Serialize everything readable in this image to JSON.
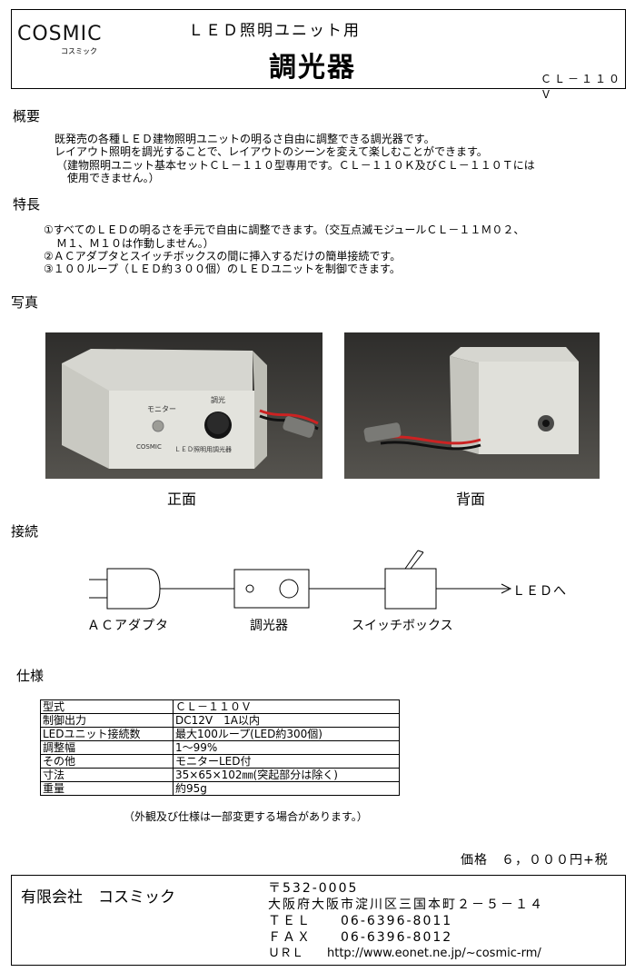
{
  "header": {
    "logo_text": "COSMIC",
    "logo_sub": "コスミック",
    "subtitle": "ＬＥＤ照明ユニット用",
    "title": "調光器",
    "model": "ＣＬ－１１０Ｖ"
  },
  "overview": {
    "heading": "概要",
    "lines": [
      "既発売の各種ＬＥＤ建物照明ユニットの明るさ自由に調整できる調光器です。",
      "レイアウト照明を調光することで、レイアウトのシーンを変えて楽しむことができます。",
      "（建物照明ユニット基本セットＣＬ－１１０型専用です。ＣＬ－１１０Ｋ及びＣＬ－１１０Ｔには",
      "使用できません。）"
    ]
  },
  "features": {
    "heading": "特長",
    "lines": [
      "①すべてのＬＥＤの明るさを手元で自由に調整できます。（交互点滅モジュールＣＬ－１１Ｍ０２、",
      "Ｍ１、Ｍ１０は作動しません。）",
      "②ＡＣアダプタとスイッチボックスの間に挿入するだけの簡単接続です。",
      "③１００ループ（ＬＥＤ約３００個）のＬＥＤユニットを制御できます。"
    ]
  },
  "photos": {
    "heading": "写真",
    "front_caption": "正面",
    "back_caption": "背面",
    "front_labels": {
      "monitor": "モニター",
      "dimmer": "調光",
      "logo": "COSMIC",
      "product": "ＬＥＤ照明用調光器"
    }
  },
  "connection": {
    "heading": "接続",
    "ac_adapter": "ＡＣアダプタ",
    "dimmer": "調光器",
    "switch_box": "スイッチボックス",
    "led": "ＬＥＤへ"
  },
  "spec": {
    "heading": "仕様",
    "rows": [
      [
        "型式",
        "ＣＬ－１１０Ｖ"
      ],
      [
        "制御出力",
        "DC12V　1A以内"
      ],
      [
        "LEDユニット接続数",
        "最大100ループ(LED約300個)"
      ],
      [
        "調整幅",
        "1～99%"
      ],
      [
        "その他",
        "モニターLED付"
      ],
      [
        "寸法",
        "35×65×102㎜(突起部分は除く)"
      ],
      [
        "重量",
        "約95g"
      ]
    ],
    "note": "（外観及び仕様は一部変更する場合があります。）"
  },
  "price": "価格　６，０００円+税",
  "company": {
    "name": "有限会社　コスミック",
    "postal": "〒532-0005",
    "address": "大阪府大阪市淀川区三国本町２－５－１４",
    "tel": "ＴＥＬ　　06-6396-8011",
    "fax": "ＦＡＸ　　06-6396-8012",
    "url": "ＵＲＬ　　http://www.eonet.ne.jp/~cosmic-rm/"
  }
}
